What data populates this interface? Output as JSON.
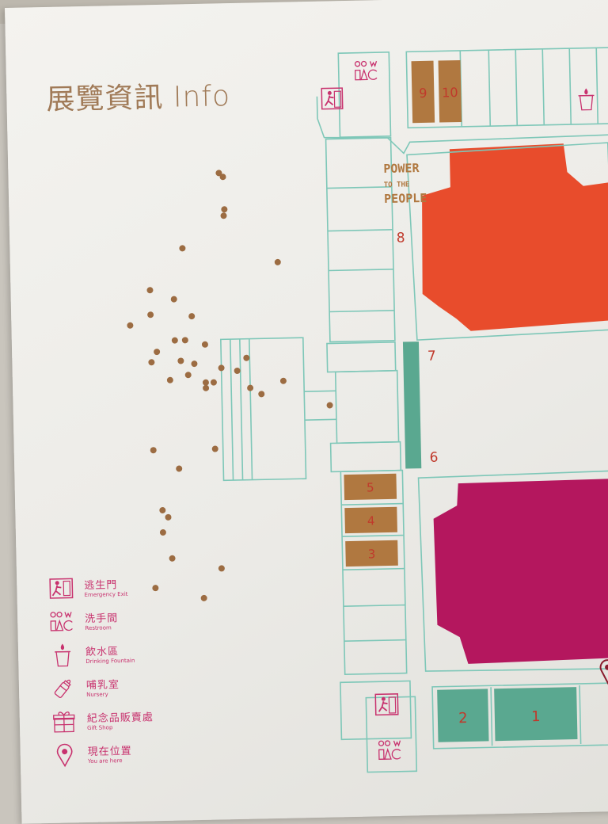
{
  "title": "展覽資訊 Info",
  "colors": {
    "wall_outline": "#7ec7b8",
    "accent_pink": "#c8326e",
    "title_brown": "#a07a57",
    "gallery_red": "#e84c2c",
    "gallery_magenta": "#b4175e",
    "room_brown": "#b07840",
    "room_teal": "#5aa890",
    "room_number_red": "#c0392b"
  },
  "exhibition": {
    "line1": "POWER",
    "line2": "TO THE",
    "line3": "PEOPLE"
  },
  "rooms": {
    "r1": "1",
    "r2": "2",
    "r3": "3",
    "r4": "4",
    "r5": "5",
    "r6": "6",
    "r7": "7",
    "r8": "8",
    "r9": "9",
    "r10": "10"
  },
  "legend": {
    "items": [
      {
        "zh": "逃生門",
        "en": "Emergency Exit",
        "icon": "emergency-exit-icon"
      },
      {
        "zh": "洗手間",
        "en": "Restroom",
        "icon": "restroom-icon"
      },
      {
        "zh": "飲水區",
        "en": "Drinking Fountain",
        "icon": "drinking-fountain-icon"
      },
      {
        "zh": "哺乳室",
        "en": "Nursery",
        "icon": "nursery-icon"
      },
      {
        "zh": "紀念品販賣處",
        "en": "Gift Shop",
        "icon": "gift-shop-icon"
      },
      {
        "zh": "現在位置",
        "en": "You are here",
        "icon": "location-pin-icon"
      }
    ]
  }
}
